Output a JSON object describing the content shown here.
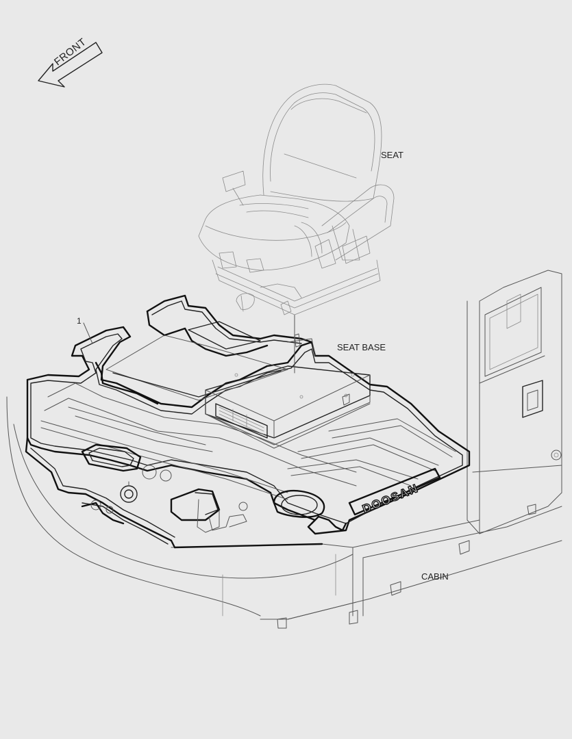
{
  "diagram": {
    "labels": {
      "front": "FRONT",
      "seat": "SEAT",
      "seat_base": "SEAT BASE",
      "cabin": "CABIN",
      "callout": "1"
    },
    "mat_brand": "DOOSAN",
    "colors": {
      "background": "#e9e9e9",
      "line": "#555555",
      "part_outline": "#111111"
    }
  }
}
